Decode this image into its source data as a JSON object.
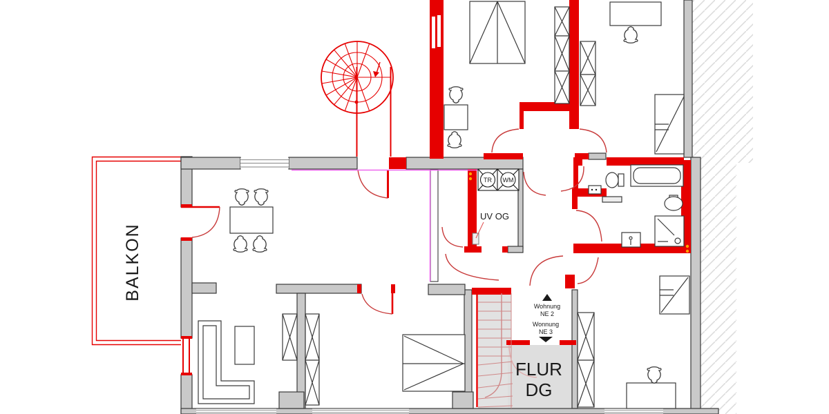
{
  "plan": {
    "title": "floor-plan-attic",
    "labels": {
      "balkon": "BALKON",
      "uv_og": "UV OG",
      "tr": "TR",
      "wm": "WM",
      "wohnung_up": [
        "Wohnung",
        "NE 2"
      ],
      "wohnung_down": [
        "Wonnung",
        "NE 3"
      ],
      "flur": [
        "FLUR",
        "DG"
      ]
    },
    "colors": {
      "new_wall_red": "#e60000",
      "door_arc_red": "#c83a3a",
      "existing_wall_gray": "#c9c9c9",
      "wall_outline": "#3a3a3a",
      "hatch_gray": "#dcdcdc",
      "partition_magenta": "#ee66ee",
      "marker_orange": "#ffa200",
      "stair_tread_red": "#cf8888",
      "floor_fill_gray": "#dedede"
    }
  }
}
